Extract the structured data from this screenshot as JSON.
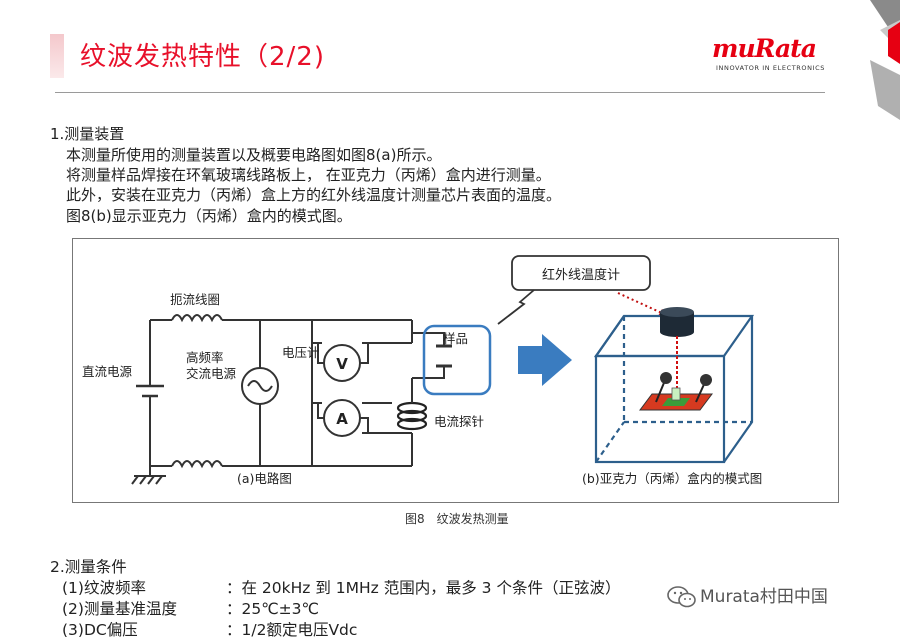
{
  "header": {
    "title": "纹波发热特性（2/2)",
    "logo": {
      "wordmark": "muRata",
      "tagline": "INNOVATOR IN ELECTRONICS"
    },
    "brand_color": "#e60012"
  },
  "section1": {
    "heading": "1.测量装置",
    "lines": [
      "本测量所使用的测量装置以及概要电路图如图8(a)所示。",
      "将测量样品焊接在环氧玻璃线路板上， 在亚克力（丙烯）盒内进行测量。",
      "此外，安装在亚克力（丙烯）盒上方的红外线温度计测量芯片表面的温度。",
      "图8(b)显示亚克力（丙烯）盒内的模式图。"
    ]
  },
  "figure": {
    "labels": {
      "choke": "扼流线圈",
      "dc_source": "直流电源",
      "hf_source_1": "高频率",
      "hf_source_2": "交流电源",
      "voltmeter": "电压计",
      "volt_symbol": "V",
      "ammeter_symbol": "A",
      "current_probe": "电流探针",
      "sample": "样品",
      "ir_thermometer": "红外线温度计",
      "caption_a": "(a)电路图",
      "caption_b": "(b)亚克力（丙烯）盒内的模式图"
    },
    "caption": "图8　纹波发热测量",
    "colors": {
      "box_outline": "#2d5f8c",
      "accent_blue": "#3a7cc0",
      "laser": "#d01010"
    }
  },
  "section2": {
    "heading": "2.测量条件",
    "rows": [
      {
        "label": "(1)纹波频率",
        "value": "：在 20kHz 到 1MHz 范围内，最多 3 个条件（正弦波）"
      },
      {
        "label": "(2)测量基准温度",
        "value": "：25℃±3℃"
      },
      {
        "label": "(3)DC偏压",
        "value": "：1/2额定电压Vdc"
      }
    ]
  },
  "watermark": {
    "text": "Murata村田中国",
    "icon": "wechat-icon"
  }
}
